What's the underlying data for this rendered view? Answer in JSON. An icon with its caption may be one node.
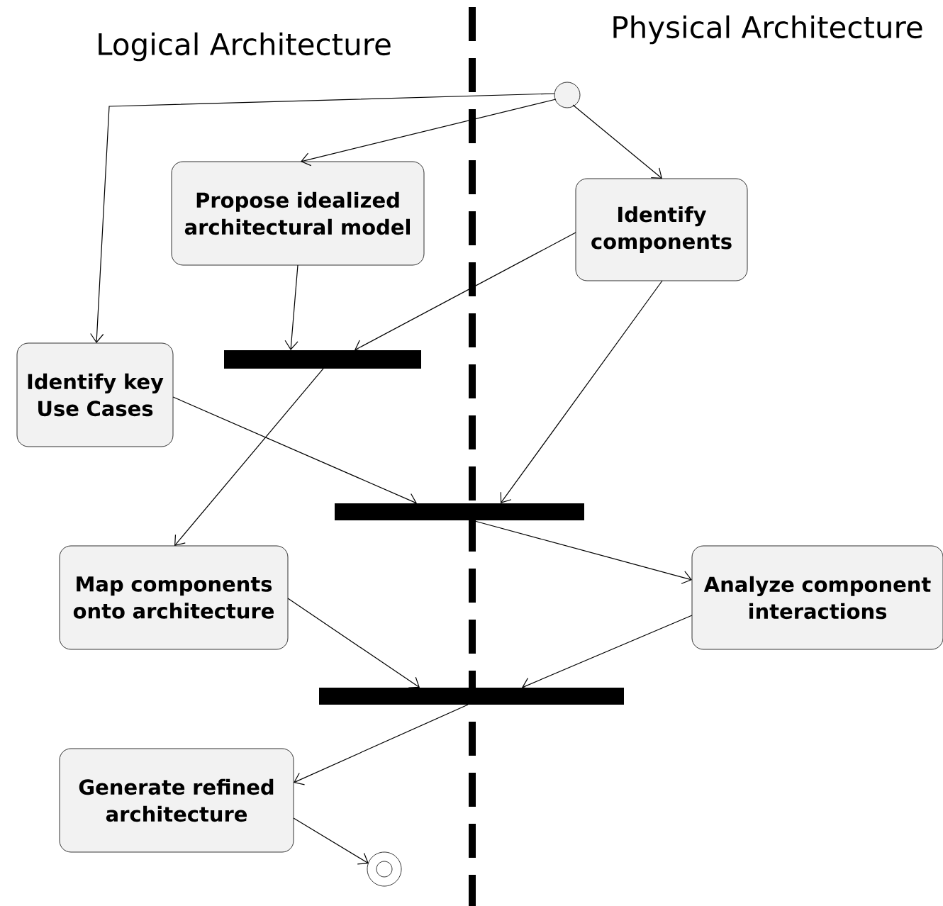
{
  "diagram": {
    "nodes": [
      {
        "text": [],
        "shape": "circle"
      },
      {
        "text": [
          "Propose idealized architectural model"
        ]
      },
      {
        "text": [
          "Identify components"
        ]
      },
      {
        "text": [],
        "shape": "bar"
      },
      {
        "text": [
          "Identify key Use Cases"
        ]
      },
      {
        "text": [],
        "shape": "bar"
      },
      {
        "text": [
          "Map components onto architecture"
        ]
      },
      {
        "text": [
          "Analyze component interactions"
        ]
      },
      {
        "text": [],
        "shape": "bar"
      },
      {
        "text": [
          "Generate refined architecture"
        ]
      },
      {
        "text": [],
        "shape": "circle"
      }
    ],
    "edges": [
      {
        "from": 0,
        "to": 4,
        "arrow": "to"
      },
      {
        "from": 0,
        "to": 1,
        "arrow": "to"
      },
      {
        "from": 0,
        "to": 2,
        "arrow": "to"
      },
      {
        "from": 1,
        "to": 3,
        "arrow": "to"
      },
      {
        "from": 2,
        "to": 3,
        "arrow": "to"
      },
      {
        "from": 3,
        "to": 6,
        "arrow": "to"
      },
      {
        "from": 4,
        "to": 5,
        "arrow": "to"
      },
      {
        "from": 2,
        "to": 5,
        "arrow": "to"
      },
      {
        "from": 5,
        "to": 7,
        "arrow": "to"
      },
      {
        "from": 6,
        "to": 8,
        "arrow": "to"
      },
      {
        "from": 7,
        "to": 8,
        "arrow": "to"
      },
      {
        "from": 8,
        "to": 9,
        "arrow": "to"
      },
      {
        "from": 9,
        "to": 10,
        "arrow": "to"
      }
    ],
    "labels": [
      "Logical Architecture",
      "Physical Architecture"
    ]
  }
}
